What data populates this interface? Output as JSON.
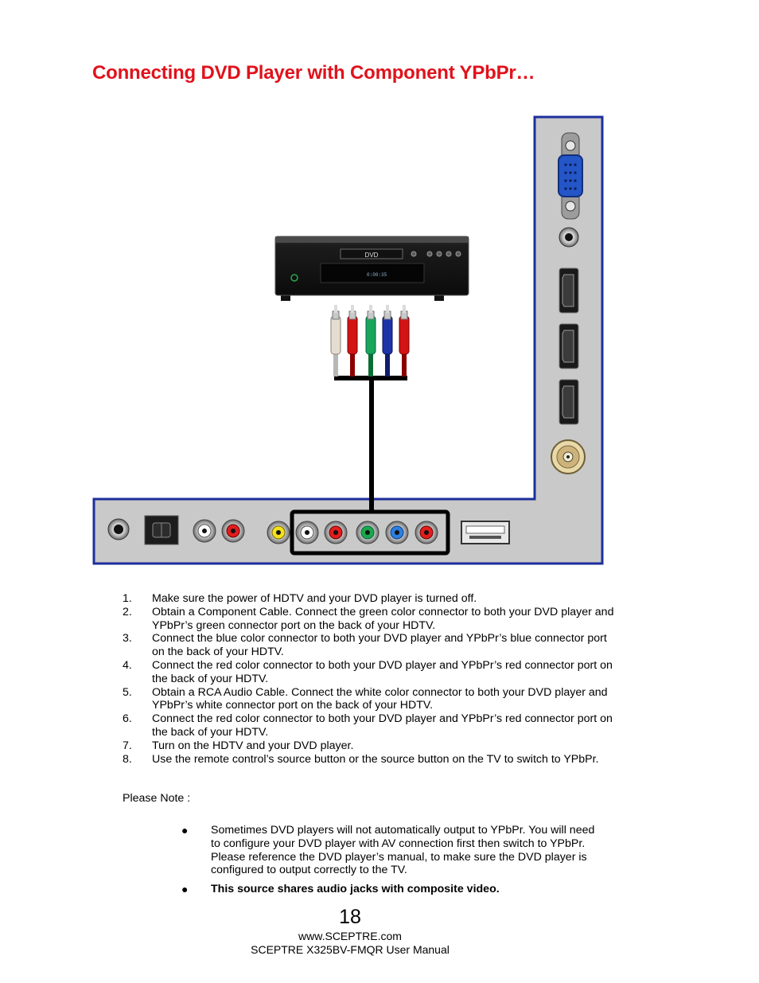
{
  "title": "Connecting DVD Player with Component YPbPr…",
  "diagram": {
    "dvd_label": "DVD",
    "dvd_display": "0:00:35"
  },
  "steps": [
    {
      "num": "1.",
      "text": "Make sure the power of HDTV and your DVD player is turned off."
    },
    {
      "num": "2.",
      "text": "Obtain a Component Cable. Connect the green color connector to both your DVD player and YPbPr’s green connector port on the back of your HDTV."
    },
    {
      "num": "3.",
      "text": "Connect the blue color connector to both your DVD player and YPbPr’s blue connector port on the back of your HDTV."
    },
    {
      "num": "4.",
      "text": "Connect the red color connector to both your DVD player and YPbPr’s red connector port on the back of your HDTV."
    },
    {
      "num": "5.",
      "text": "Obtain a RCA Audio Cable.  Connect the white color connector to both your DVD player and YPbPr’s white connector port on the back of your HDTV."
    },
    {
      "num": "6.",
      "text": "Connect the red color connector to both your DVD player and YPbPr’s red connector port on the back of your HDTV."
    },
    {
      "num": "7.",
      "text": "Turn on the HDTV and your DVD player."
    },
    {
      "num": "8.",
      "text": "Use the remote control’s source button or the source button on the TV to switch to YPbPr."
    }
  ],
  "note_label": "Please Note :",
  "notes": [
    "Sometimes DVD players will not automatically output to YPbPr.  You will need to configure your DVD player with AV connection first then switch to YPbPr.  Please reference the DVD player’s manual, to make sure the DVD player is configured to output correctly to the TV.",
    "This source shares audio jacks with composite video."
  ],
  "page_number": "18",
  "footer_url": "www.SCEPTRE.com",
  "footer_manual": "SCEPTRE X325BV-FMQR User Manual"
}
